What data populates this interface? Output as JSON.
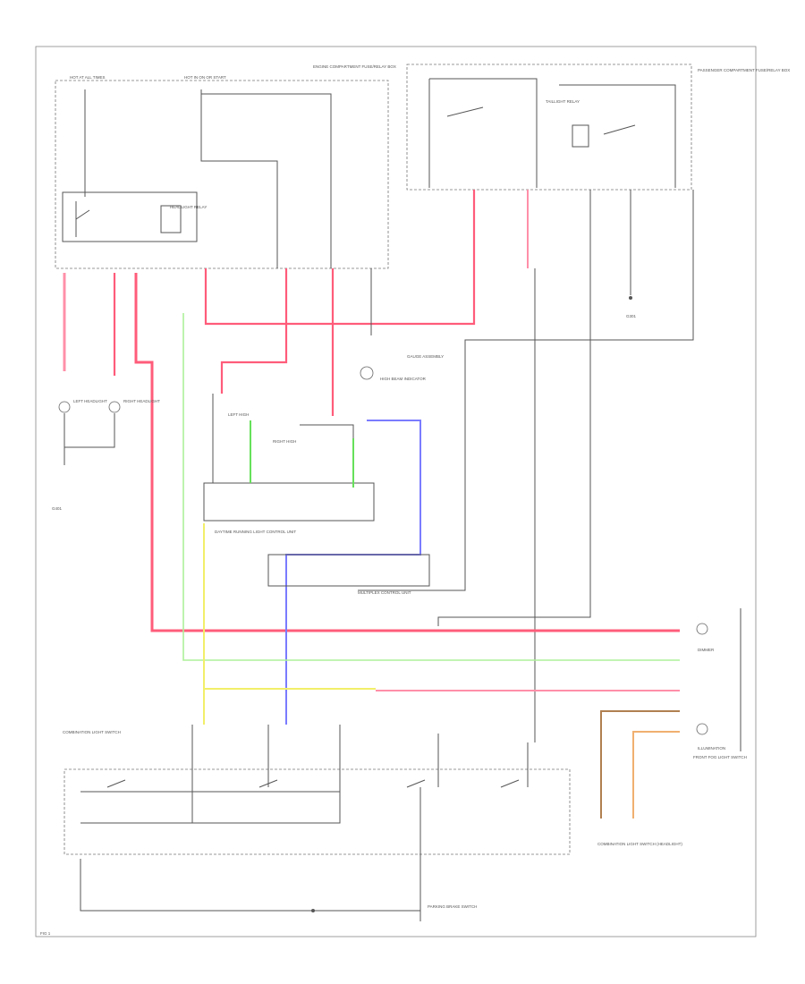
{
  "diagram": {
    "labels": {
      "fuse_a": "HOT AT ALL TIMES",
      "fuse_b": "HOT IN ON OR START",
      "under_hood_box": "ENGINE COMPARTMENT FUSE/RELAY BOX",
      "headlight_relay": "HEADLIGHT RELAY",
      "cluster": "GAUGE ASSEMBLY",
      "passenger_box": "PASSENGER COMPARTMENT FUSE/RELAY BOX",
      "taillight_relay": "TAILLIGHT RELAY",
      "left_headlight": "LEFT HEADLIGHT",
      "right_headlight": "RIGHT HEADLIGHT",
      "daytime_control": "DAYTIME RUNNING LIGHT CONTROL UNIT",
      "left_high": "LEFT HIGH",
      "right_high": "RIGHT HIGH",
      "high_beam_ind": "HIGH BEAM INDICATOR",
      "dimmer": "DIMMER",
      "multiplex": "MULTIPLEX CONTROL UNIT",
      "combination_switch": "COMBINATION LIGHT SWITCH",
      "illumination": "ILLUMINATION",
      "front_fog": "FRONT FOG LIGHT SWITCH",
      "parking_brake": "PARKING BRAKE SWITCH",
      "combo_connector": "COMBINATION LIGHT SWITCH (HEADLIGHT)",
      "ground_a": "G301",
      "ground_b": "G401",
      "page_ref": "FIG 1"
    }
  }
}
